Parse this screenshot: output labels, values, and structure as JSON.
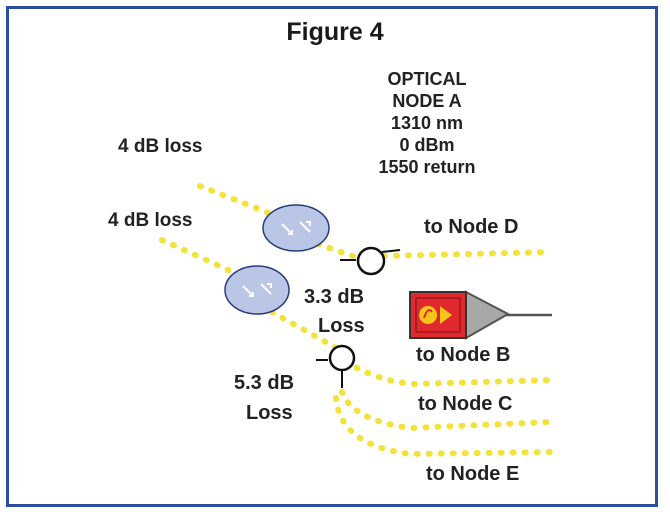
{
  "figure": {
    "title": "Figure 4"
  },
  "node_a": {
    "lines": [
      "OPTICAL",
      "NODE A",
      "1310 nm",
      "0 dBm",
      "1550 return"
    ]
  },
  "splitters": {
    "upper_loss_label": "4 dB loss",
    "lower_loss_label": "4 dB loss"
  },
  "taps": {
    "tap1_value": "3.3 dB",
    "tap1_unit": "Loss",
    "tap2_value": "5.3 dB",
    "tap2_unit": "Loss"
  },
  "outputs": {
    "node_d": "to Node D",
    "node_b": "to Node B",
    "node_c": "to Node C",
    "node_e": "to Node E"
  },
  "colors": {
    "border": "#2a4f9c",
    "fiber": "#f2e23a",
    "coupler_fill": "#b9c6e6",
    "transmitter_fill": "#e0282e",
    "transmitter_icon": "#f6c51a",
    "horn_fill": "#a8a8a8"
  },
  "icons": [
    "splitter-icon",
    "tap-icon",
    "transmitter-icon"
  ]
}
